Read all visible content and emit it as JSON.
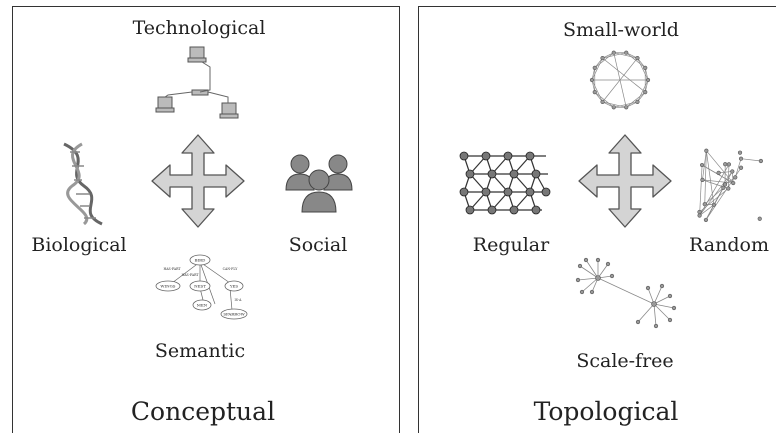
{
  "conceptual": {
    "title": "Conceptual",
    "labels": {
      "top": "Technological",
      "left": "Biological",
      "right": "Social",
      "bottom": "Semantic"
    },
    "semantic_nodes": [
      "BIRD",
      "WINGS",
      "NEST",
      "YES",
      "MEN",
      "SPARROW"
    ],
    "semantic_edges": [
      "HAS-PART",
      "CAN-FLY",
      "HAS-PART",
      "IS-A"
    ]
  },
  "topological": {
    "title": "Topological",
    "labels": {
      "top": "Small-world",
      "left": "Regular",
      "right": "Random",
      "bottom": "Scale-free"
    }
  },
  "colors": {
    "arrow_fill": "#d4d4d4",
    "arrow_stroke": "#555555",
    "node": "#777777",
    "border": "#333333"
  }
}
